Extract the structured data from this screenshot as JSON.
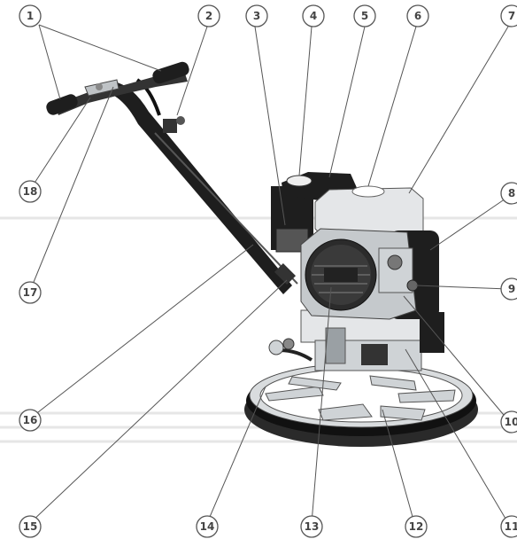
{
  "diagram": {
    "callouts": [
      {
        "id": "c1",
        "label": "1"
      },
      {
        "id": "c2",
        "label": "2"
      },
      {
        "id": "c3",
        "label": "3"
      },
      {
        "id": "c4",
        "label": "4"
      },
      {
        "id": "c5",
        "label": "5"
      },
      {
        "id": "c6",
        "label": "6"
      },
      {
        "id": "c7",
        "label": "7"
      },
      {
        "id": "c8",
        "label": "8"
      },
      {
        "id": "c9",
        "label": "9"
      },
      {
        "id": "c10",
        "label": "10"
      },
      {
        "id": "c11",
        "label": "11"
      },
      {
        "id": "c12",
        "label": "12"
      },
      {
        "id": "c13",
        "label": "13"
      },
      {
        "id": "c14",
        "label": "14"
      },
      {
        "id": "c15",
        "label": "15"
      },
      {
        "id": "c16",
        "label": "16"
      },
      {
        "id": "c17",
        "label": "17"
      },
      {
        "id": "c18",
        "label": "18"
      }
    ],
    "colors": {
      "body_dark": "#1e1e1e",
      "metal": "#cfd3d6",
      "housing": "#e4e6e8",
      "leader": "#555555",
      "guide_lines": "#e6e6e6"
    }
  }
}
